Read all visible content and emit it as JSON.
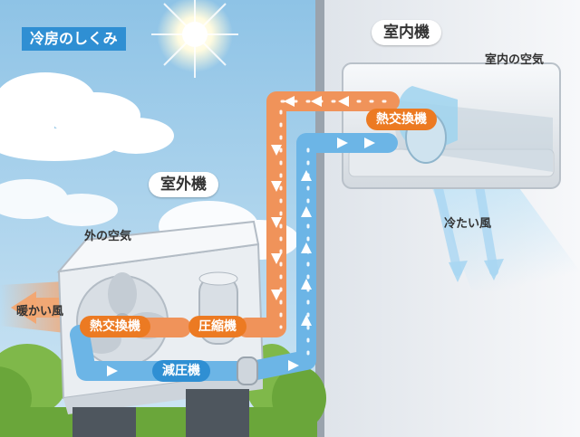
{
  "title": "冷房のしくみ",
  "labels": {
    "indoor_unit": "室内機",
    "outdoor_unit": "室外機",
    "indoor_air": "室内の空気",
    "outdoor_air": "外の空気",
    "cold_air": "冷たい風",
    "warm_air": "暖かい風",
    "heat_exchanger_indoor": "熱交換機",
    "heat_exchanger_outdoor": "熱交換機",
    "compressor": "圧縮機",
    "expansion_valve": "減圧機"
  },
  "colors": {
    "sky": "#9fcbe8",
    "wall": "#eef1f4",
    "hot_pipe": "#f0935a",
    "cold_pipe": "#6cb5e6",
    "label_orange": "#ec7a22",
    "label_blue": "#2f8fd3"
  }
}
